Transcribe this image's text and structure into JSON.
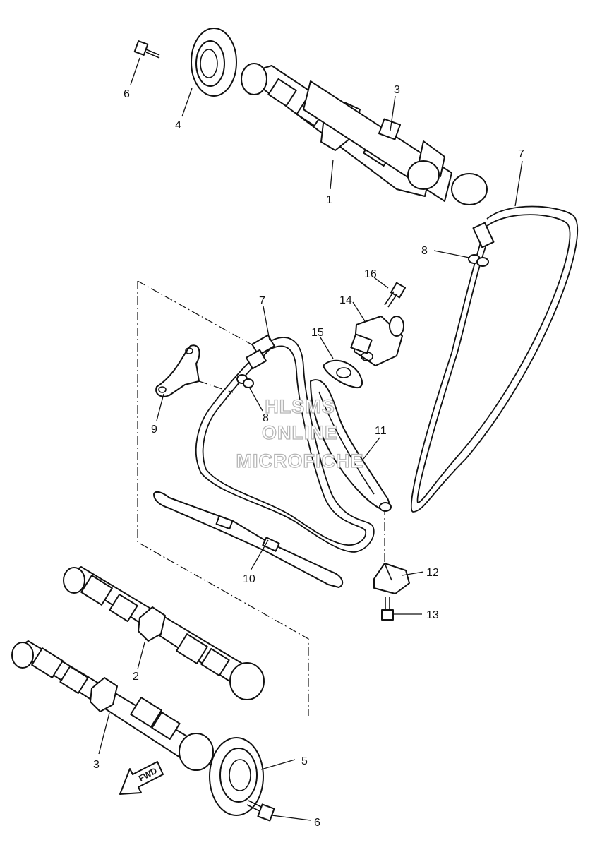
{
  "callouts": {
    "c1": "1",
    "c2": "2",
    "c3a": "3",
    "c3b": "3",
    "c4": "4",
    "c5": "5",
    "c6a": "6",
    "c6b": "6",
    "c7a": "7",
    "c7b": "7",
    "c8a": "8",
    "c8b": "8",
    "c9": "9",
    "c10": "10",
    "c11": "11",
    "c12": "12",
    "c13": "13",
    "c14": "14",
    "c15": "15",
    "c16": "16"
  },
  "watermark": {
    "line1": "HLSMS",
    "line2": "ONLINE",
    "line3": "MICROFICHE"
  },
  "direction_label": "FWD"
}
